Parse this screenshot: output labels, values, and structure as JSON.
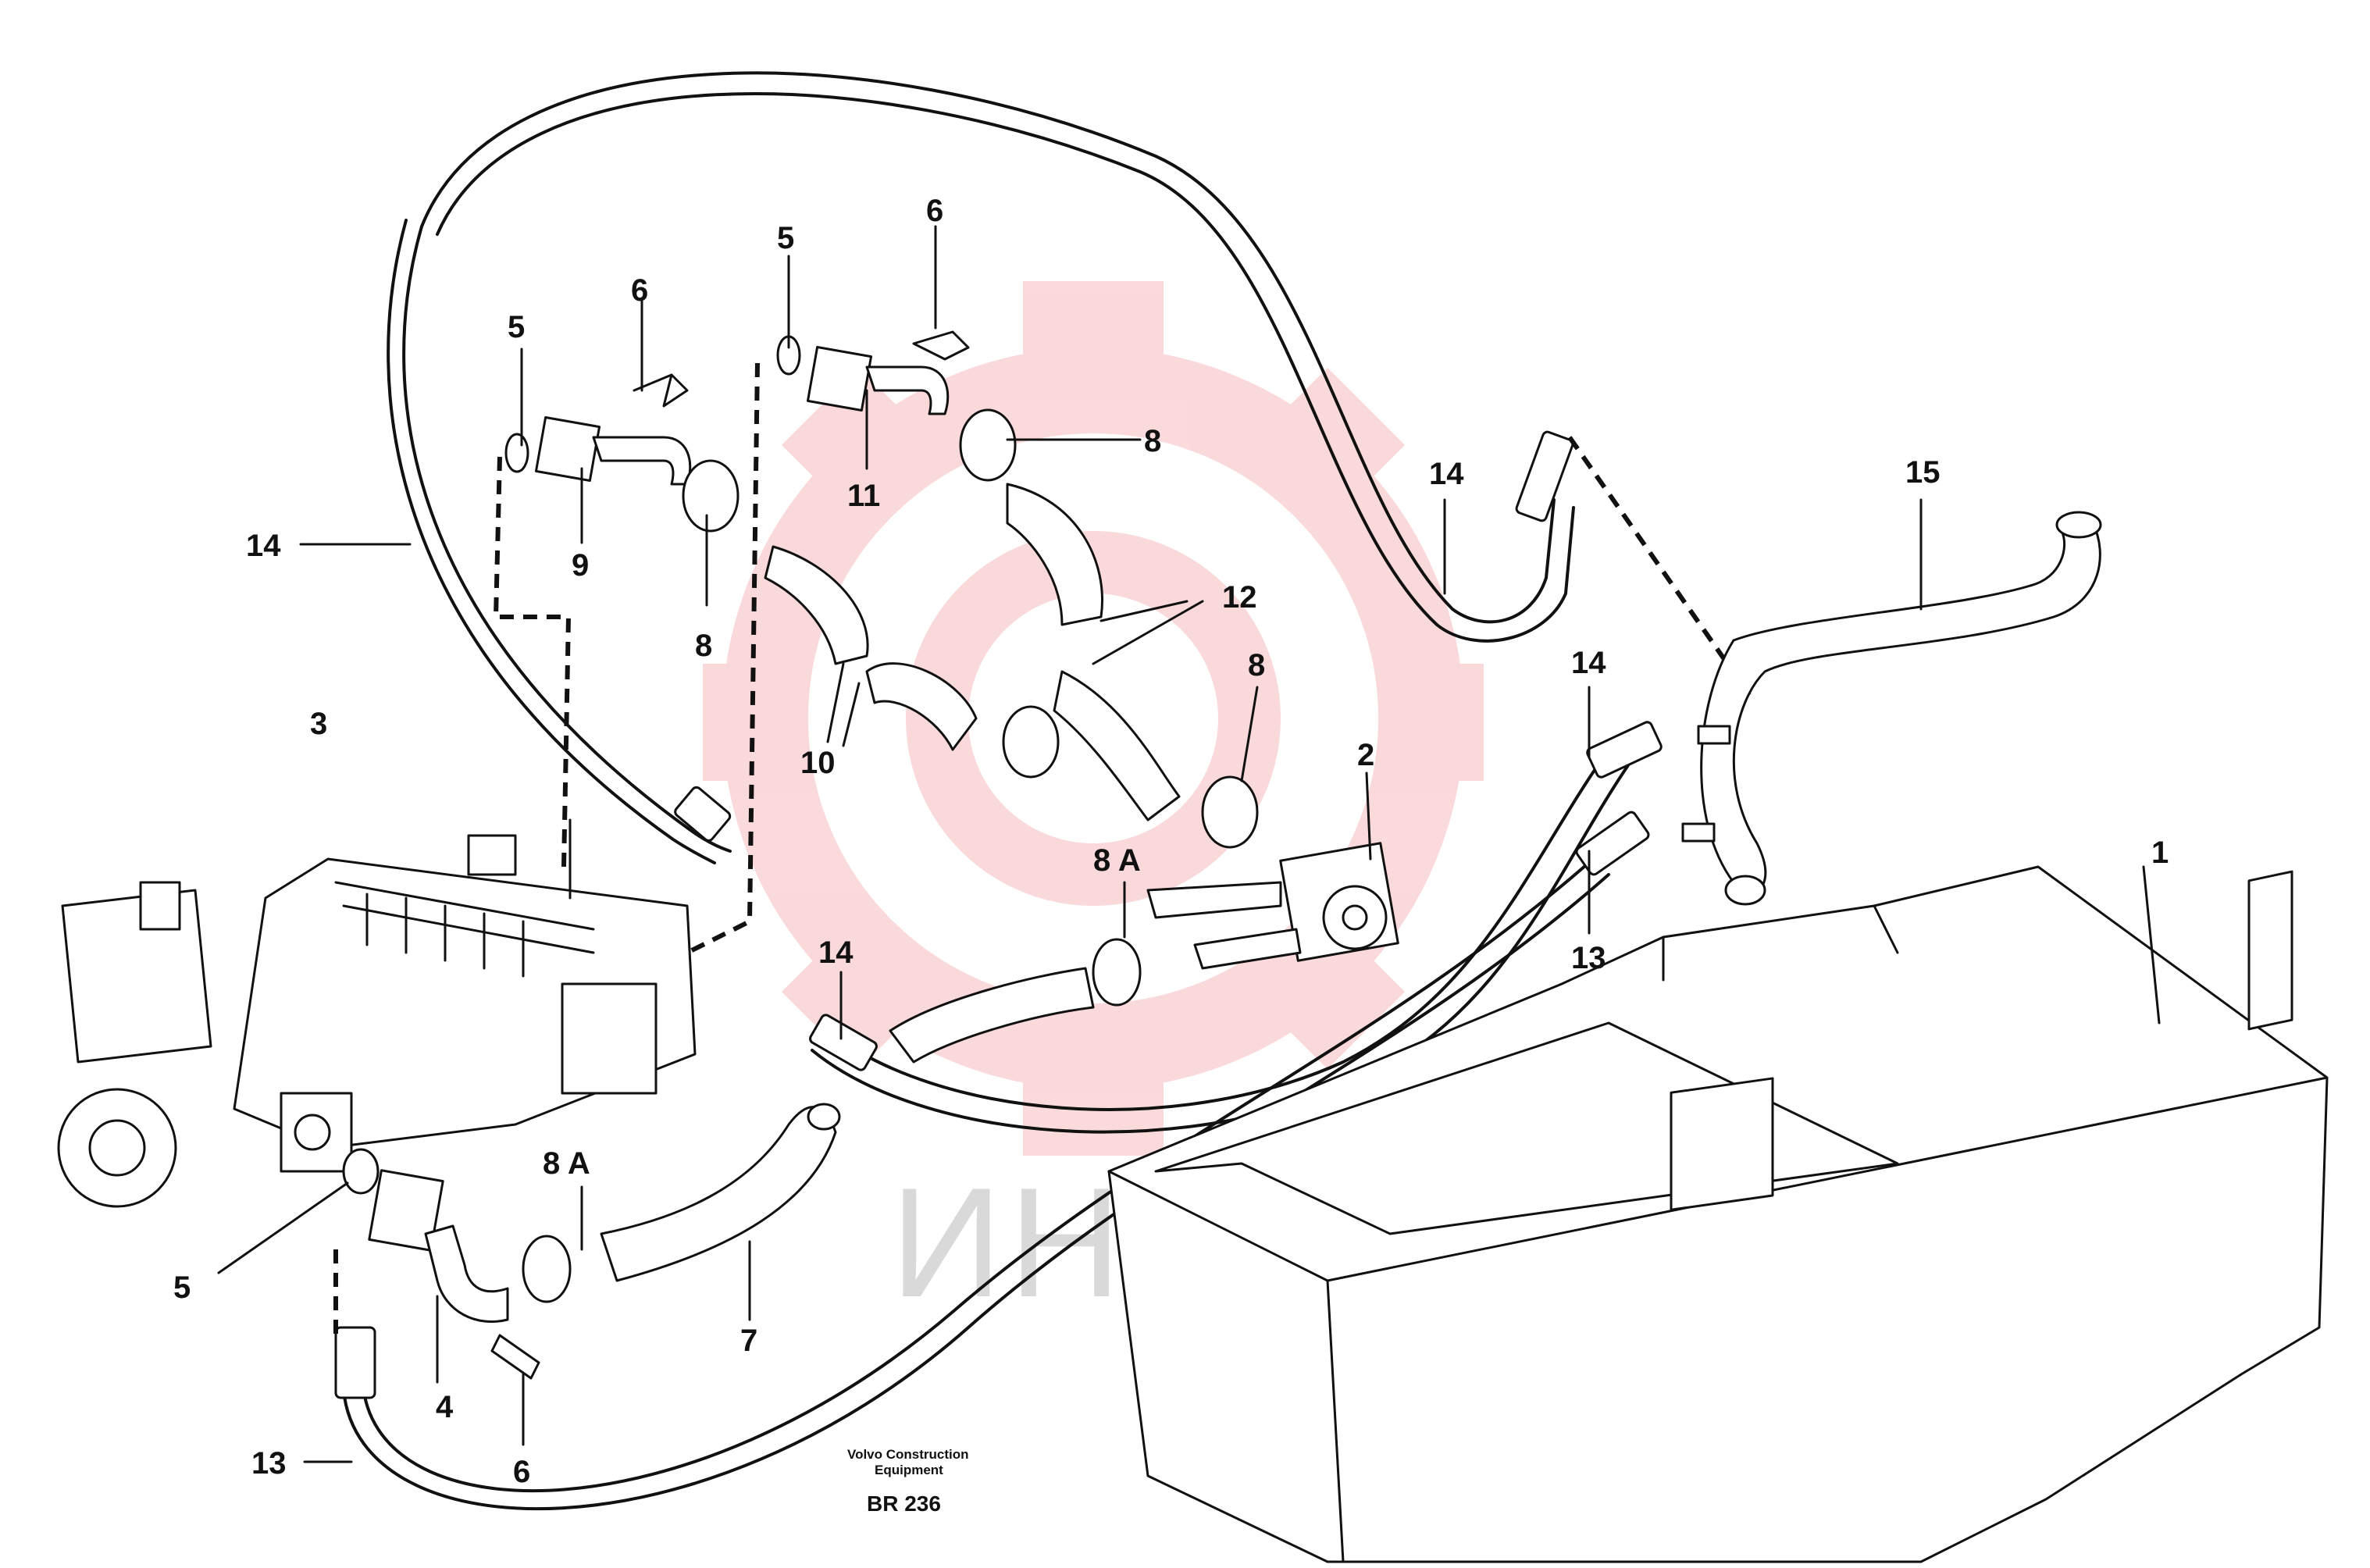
{
  "callouts": [
    {
      "id": "c1",
      "text": "1"
    },
    {
      "id": "c2",
      "text": "2"
    },
    {
      "id": "c3",
      "text": "3"
    },
    {
      "id": "c4",
      "text": "4"
    },
    {
      "id": "c5a",
      "text": "5"
    },
    {
      "id": "c5b",
      "text": "5"
    },
    {
      "id": "c5c",
      "text": "5"
    },
    {
      "id": "c6a",
      "text": "6"
    },
    {
      "id": "c6b",
      "text": "6"
    },
    {
      "id": "c6c",
      "text": "6"
    },
    {
      "id": "c7",
      "text": "7"
    },
    {
      "id": "c8a",
      "text": "8"
    },
    {
      "id": "c8b",
      "text": "8"
    },
    {
      "id": "c8c",
      "text": "8"
    },
    {
      "id": "c8A1",
      "text": "8 A"
    },
    {
      "id": "c8A2",
      "text": "8 A"
    },
    {
      "id": "c9",
      "text": "9"
    },
    {
      "id": "c10",
      "text": "10"
    },
    {
      "id": "c11",
      "text": "11"
    },
    {
      "id": "c12",
      "text": "12"
    },
    {
      "id": "c13a",
      "text": "13"
    },
    {
      "id": "c13b",
      "text": "13"
    },
    {
      "id": "c14a",
      "text": "14"
    },
    {
      "id": "c14b",
      "text": "14"
    },
    {
      "id": "c14c",
      "text": "14"
    },
    {
      "id": "c14d",
      "text": "14"
    },
    {
      "id": "c15",
      "text": "15"
    }
  ],
  "credit": {
    "line1": "Volvo Construction",
    "line2": "Equipment",
    "code": "BR 236"
  },
  "watermark": {
    "text": "ИНТЕХ",
    "color": "#e8333a"
  }
}
